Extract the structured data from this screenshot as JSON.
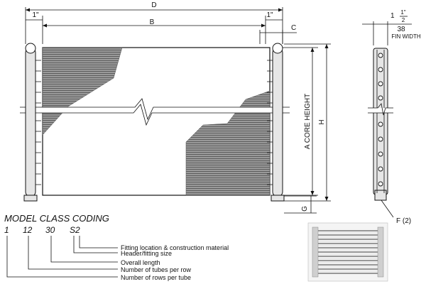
{
  "dimensions": {
    "d": "D",
    "b": "B",
    "c": "C",
    "h": "H",
    "g": "G",
    "one_inch_left": "1\"",
    "one_inch_right": "1\"",
    "core_height": "A CORE HEIGHT",
    "fin_width_whole": "1",
    "fin_width_num": "1\"",
    "fin_width_den": "2",
    "fin_width_count": "38",
    "fin_width_label": "FIN WIDTH",
    "fitting": "F (2)"
  },
  "model_coding": {
    "title": "MODEL CLASS CODING",
    "codes": [
      "1",
      "12",
      "30",
      "S2"
    ],
    "descriptions": [
      "Fitting location & construction material",
      "Header/fitting size",
      "Overall length",
      "Number of tubes per row",
      "Number of rows per tube"
    ]
  },
  "colors": {
    "line": "#111111",
    "fin": "#8a8a8a",
    "tube": "#e6e6e6"
  }
}
